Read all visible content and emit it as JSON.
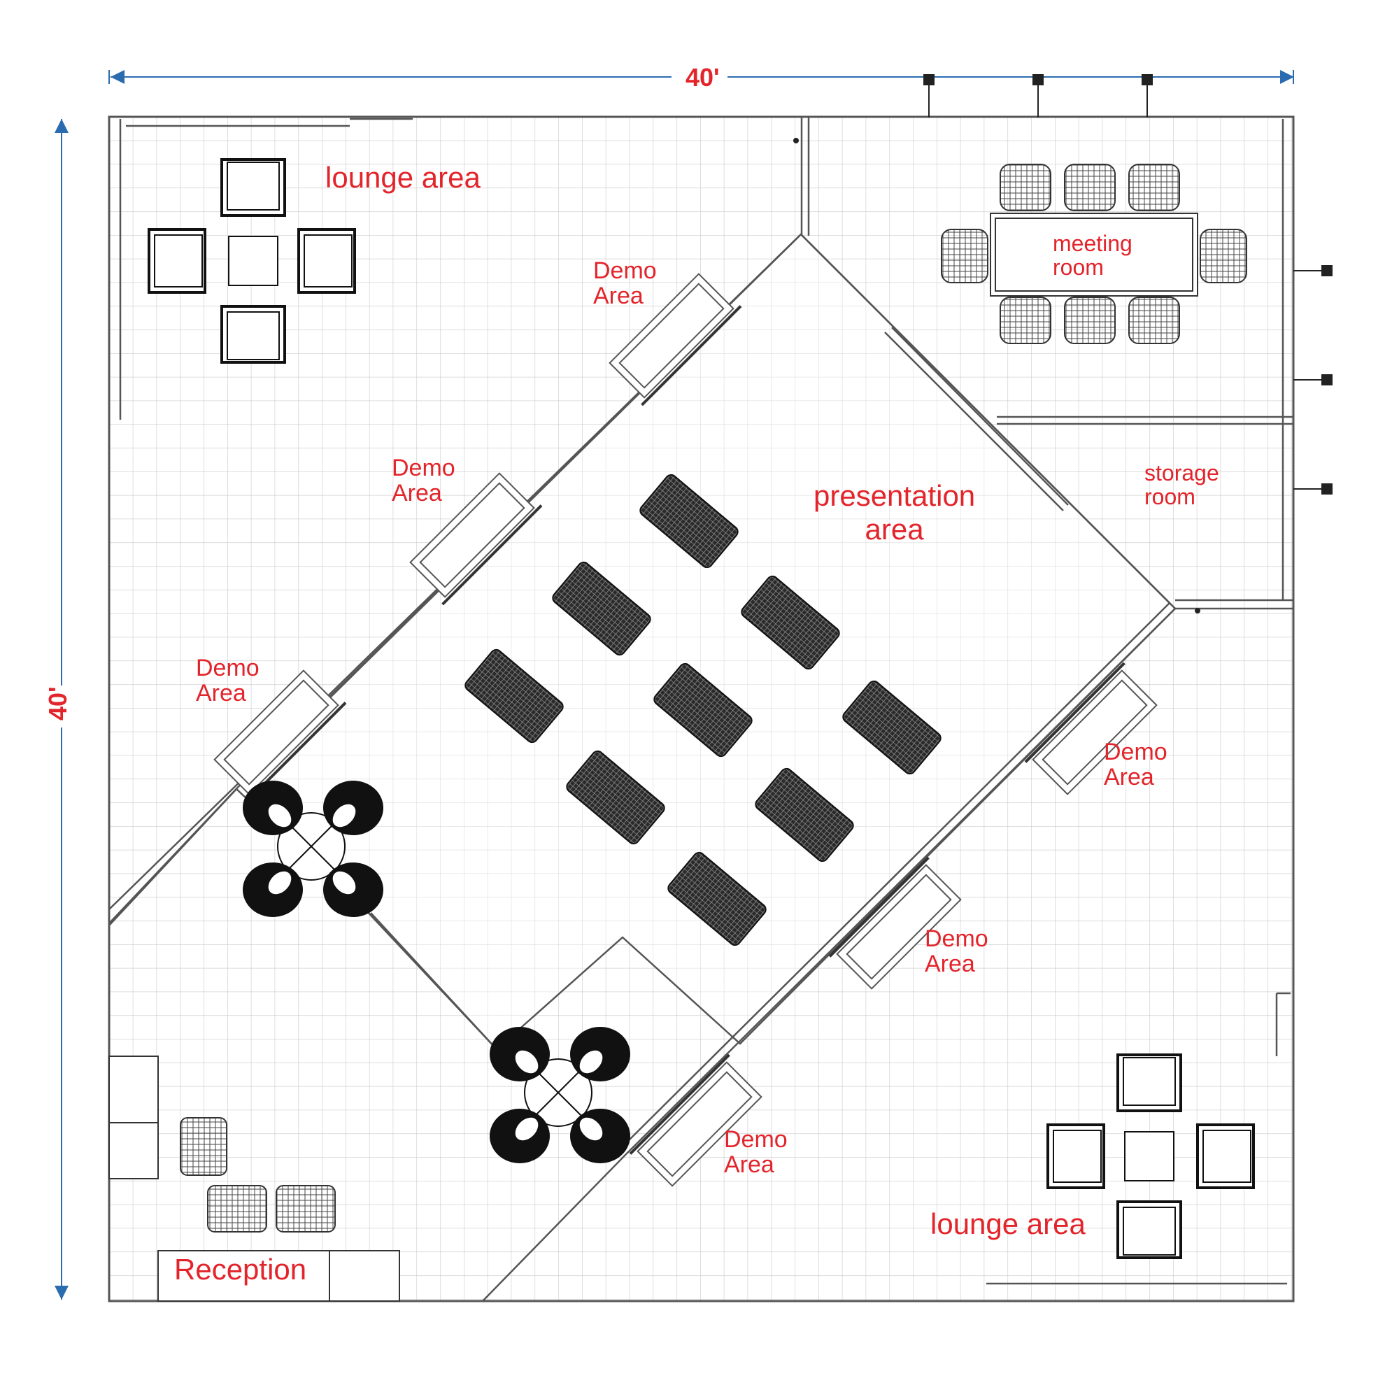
{
  "dimensions": {
    "width": "40'",
    "height": "40'"
  },
  "labels": {
    "lounge_top": "lounge area",
    "lounge_bottom": "lounge area",
    "meeting_line1": "meeting",
    "meeting_line2": "room",
    "storage_line1": "storage",
    "storage_line2": "room",
    "presentation_line1": "presentation",
    "presentation_line2": "area",
    "demo_line1": "Demo",
    "demo_line2": "Area",
    "reception": "Reception"
  },
  "colors": {
    "label": "#e3242b",
    "dimension_line": "#2b6cb0",
    "grid": "#c9c9c9",
    "wall": "#555555",
    "furniture": "#1a1a1a"
  }
}
